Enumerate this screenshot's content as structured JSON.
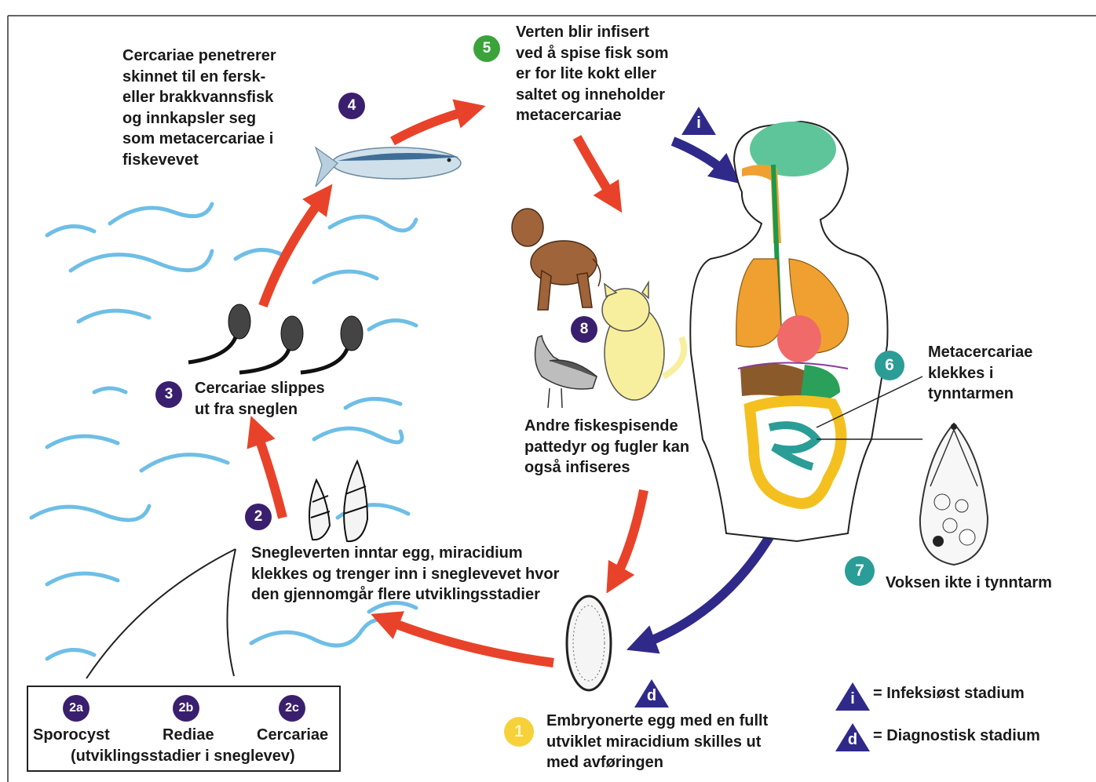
{
  "steps": {
    "s1": {
      "badge": "1",
      "text": [
        "Embryonerte egg med en fullt",
        "utviklet miracidium skilles ut",
        "med avføringen"
      ]
    },
    "s2": {
      "badge": "2",
      "text": [
        "Snegleverten inntar egg, miracidium",
        "klekkes og trenger inn i sneglevevet hvor",
        "den gjennomgår flere utviklingsstadier"
      ]
    },
    "s3": {
      "badge": "3",
      "text": [
        "Cercariae slippes",
        "ut fra sneglen"
      ]
    },
    "s4": {
      "badge": "4",
      "text": [
        "Cercariae penetrerer",
        "skinnet til en fersk-",
        "eller brakkvannsfisk",
        "og innkapsler seg",
        "som metacercariae i",
        "fiskevevet"
      ]
    },
    "s5": {
      "badge": "5",
      "text": [
        "Verten blir infisert",
        "ved å spise fisk som",
        "er for lite kokt eller",
        "saltet og inneholder",
        "metacercariae"
      ]
    },
    "s6": {
      "badge": "6",
      "text": [
        "Metacercariae",
        "klekkes i",
        "tynntarmen"
      ]
    },
    "s7": {
      "badge": "7",
      "text": [
        "Voksen ikte i tynntarm"
      ]
    },
    "s8": {
      "badge": "8",
      "text": [
        "Andre fiskespisende",
        "pattedyr og fugler kan",
        "også infiseres"
      ]
    }
  },
  "inset": {
    "stages": [
      {
        "badge": "2a",
        "label": "Sporocyst"
      },
      {
        "badge": "2b",
        "label": "Rediae"
      },
      {
        "badge": "2c",
        "label": "Cercariae"
      }
    ],
    "caption": "(utviklingsstadier i sneglevev)"
  },
  "legend": {
    "infective": {
      "symbol": "i",
      "label": "= Infeksiøst stadium"
    },
    "diagnostic": {
      "symbol": "d",
      "label": "= Diagnostisk stadium"
    }
  },
  "colors": {
    "red_arrow": "#e8432a",
    "blue_arrow": "#2f2a8a",
    "purple_badge": "#3a1f6e",
    "teal_badge": "#2a9d96",
    "green_badge": "#3aa33a",
    "yellow_badge": "#f6d13a",
    "water": "#5fb8e4"
  }
}
